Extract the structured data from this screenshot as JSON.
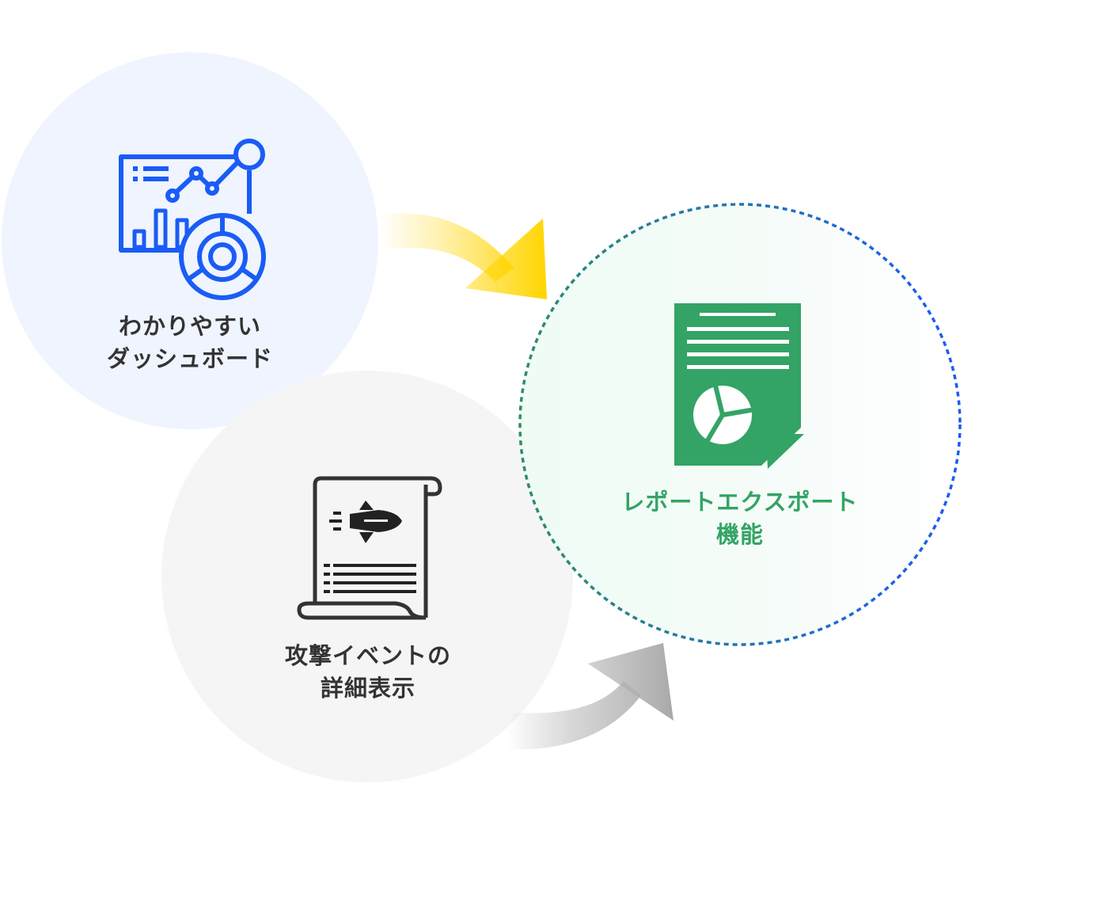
{
  "nodes": {
    "dashboard": {
      "line1": "わかりやすい",
      "line2": "ダッシュボード",
      "icon": "dashboard-analytics-icon",
      "color": "#1a5cf5",
      "bg": "#eff4fe"
    },
    "attack_events": {
      "line1": "攻撃イベントの",
      "line2": "詳細表示",
      "icon": "scroll-document-rocket-icon",
      "color": "#333333",
      "bg": "#f5f5f5"
    },
    "report_export": {
      "line1": "レポートエクスポート",
      "line2": "機能",
      "icon": "report-pie-chart-document-icon",
      "color": "#33a465",
      "border_colors": [
        "#2f8c6c",
        "#1a5cf5"
      ]
    }
  },
  "arrows": {
    "dashboard_to_export": {
      "color": "#ffd500"
    },
    "attack_to_export": {
      "color": "#bbbbbb"
    }
  }
}
